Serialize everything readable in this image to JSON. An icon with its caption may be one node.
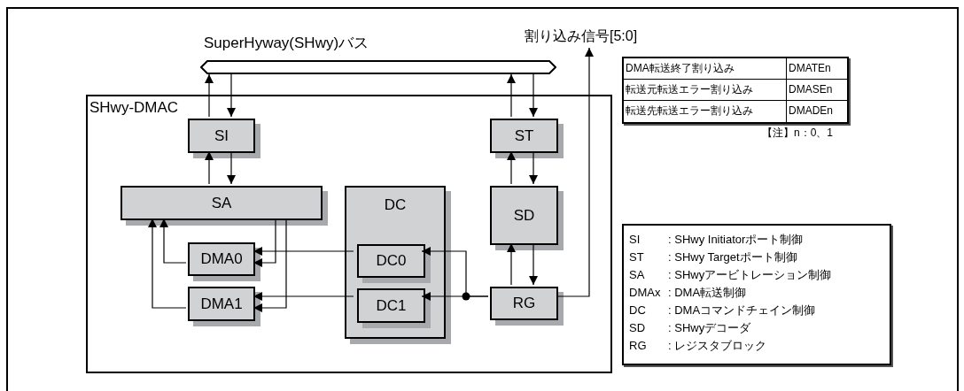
{
  "diagram": {
    "nodes": [
      {
        "text": [
          "SuperHyway(SHwy)バス"
        ]
      },
      {
        "text": [
          "割り込み信号[5:0]"
        ]
      },
      {
        "text": [
          "SHwy-DMAC"
        ]
      },
      {
        "text": [
          "SI"
        ],
        "in": 2
      },
      {
        "text": [
          "ST"
        ],
        "in": 2
      },
      {
        "text": [
          "SA"
        ],
        "in": 2
      },
      {
        "text": [
          "DC"
        ],
        "in": 2
      },
      {
        "text": [
          "SD"
        ],
        "in": 2
      },
      {
        "text": [
          "DMA0"
        ],
        "in": 2
      },
      {
        "text": [
          "DC0"
        ],
        "in": 6
      },
      {
        "text": [
          "DMA1"
        ],
        "in": 2
      },
      {
        "text": [
          "DC1"
        ],
        "in": 6
      },
      {
        "text": [
          "RG"
        ],
        "in": 2
      }
    ],
    "edges": [
      {
        "from": 3,
        "to": 0,
        "arrow": "to"
      },
      {
        "from": 0,
        "to": 3,
        "arrow": "to"
      },
      {
        "from": 4,
        "to": 0,
        "arrow": "to"
      },
      {
        "from": 0,
        "to": 4,
        "arrow": "to"
      },
      {
        "from": 5,
        "to": 3,
        "arrow": "to"
      },
      {
        "from": 3,
        "to": 5,
        "arrow": "to"
      },
      {
        "from": 7,
        "to": 4,
        "arrow": "to"
      },
      {
        "from": 4,
        "to": 7,
        "arrow": "to"
      },
      {
        "from": 12,
        "to": 7,
        "arrow": "to"
      },
      {
        "from": 7,
        "to": 12,
        "arrow": "to"
      },
      {
        "from": 8,
        "to": 5,
        "arrow": "to"
      },
      {
        "from": 10,
        "to": 5,
        "arrow": "to"
      },
      {
        "from": 5,
        "to": 8,
        "arrow": "to"
      },
      {
        "from": 5,
        "to": 10,
        "arrow": "to"
      },
      {
        "from": 9,
        "to": 8,
        "arrow": "to"
      },
      {
        "from": 11,
        "to": 10,
        "arrow": "to"
      },
      {
        "from": 12,
        "to": 9,
        "arrow": "to"
      },
      {
        "from": 12,
        "to": 11,
        "arrow": "to"
      },
      {
        "from": 12,
        "to": 1,
        "arrow": "to"
      }
    ],
    "labels": [
      "DMA転送終了割り込み",
      "DMATEn",
      "転送元転送エラー割り込み",
      "DMASEn",
      "転送先転送エラー割り込み",
      "DMADEn",
      "【注】n：0、1",
      "SI",
      ": SHwy Initiatorポート制御",
      "ST",
      ": SHwy Targetポート制御",
      "SA",
      ": SHwyアービトレーション制御",
      "DMAx",
      ": DMA転送制御",
      "DC",
      ": DMAコマンドチェイン制御",
      "SD",
      ": SHwyデコーダ",
      "RG",
      ": レジスタブロック"
    ]
  }
}
